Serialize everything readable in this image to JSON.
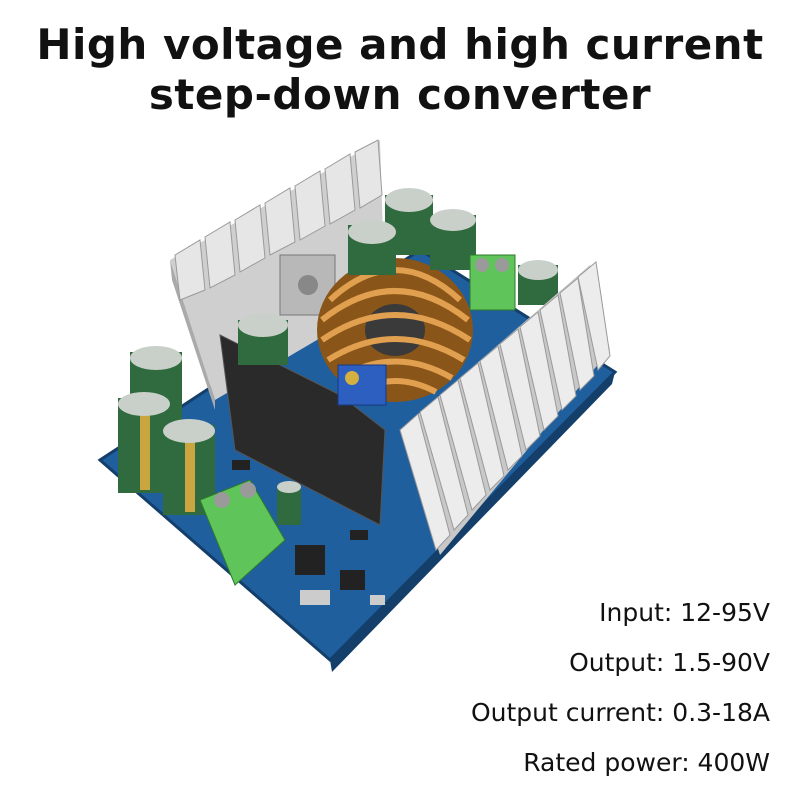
{
  "title": {
    "line1": "High voltage and high current",
    "line2": "step-down converter"
  },
  "specs": [
    {
      "text": "Input: 12-95V"
    },
    {
      "text": "Output: 1.5-90V"
    },
    {
      "text": "Output current: 0.3-18A"
    },
    {
      "text": "Rated power: 400W"
    }
  ],
  "product_image": {
    "subject": "buck-converter-board",
    "colors": {
      "pcb": "#1f5f9e",
      "heatsink": "#d9d9d9",
      "coil": "#c07a2a",
      "capacitor": "#2f6b3e",
      "terminal": "#5fc45a"
    }
  }
}
